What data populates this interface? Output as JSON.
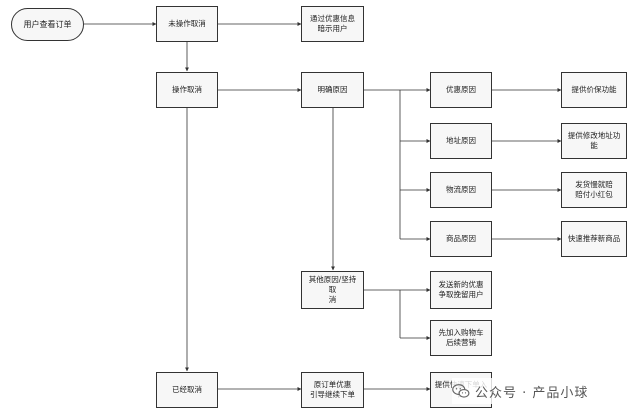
{
  "nodes": {
    "start": "用户查看订单",
    "not_cancel": "未操作取消",
    "coupon_hint": "通过优惠信息\n暗示用户",
    "cancel": "操作取消",
    "clear_reason": "明确原因",
    "reason_discount": "优惠原因",
    "solution_price_protect": "提供价保功能",
    "reason_address": "地址原因",
    "solution_address_edit": "提供修改地址功能",
    "reason_logistics": "物流原因",
    "solution_late_compensation": "发货慢就赔\n赔付小红包",
    "reason_goods": "商品原因",
    "solution_recommend_goods": "快速推荐新商品",
    "other_reason": "其他原因/坚持取\n消",
    "solution_new_coupon": "发送新的优惠\n争取挽留用户",
    "solution_add_cart": "先加入购物车\n后续营销",
    "cancelled": "已经取消",
    "guide_reorder": "原订单优惠\n引导继续下单",
    "quick_reorder": "提供快速下单入口"
  },
  "watermark": {
    "text": "公众号 · 产品小球",
    "icon": "wechat-icon"
  },
  "colors": {
    "line": "#333333",
    "node_fill": "#f7f7f7",
    "node_border": "#333333"
  }
}
